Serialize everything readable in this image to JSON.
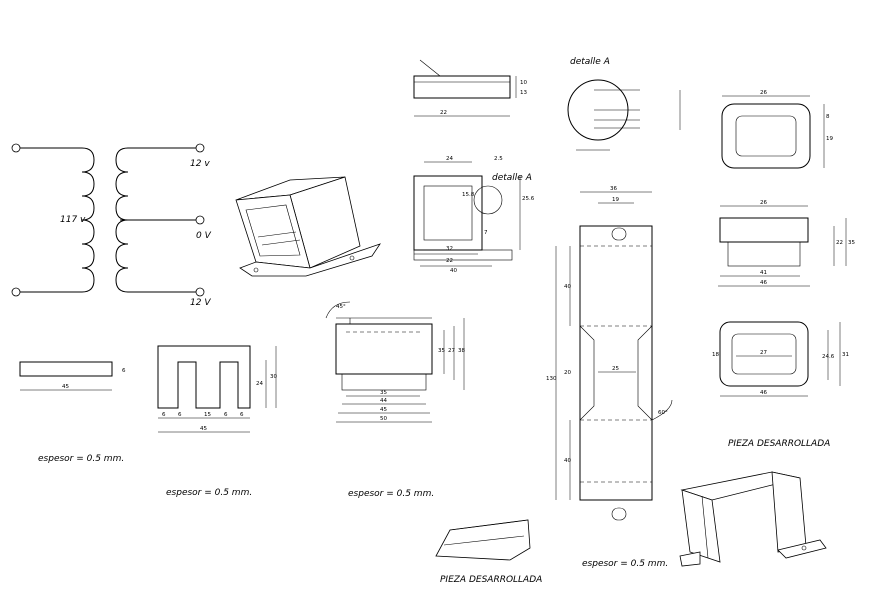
{
  "schematic": {
    "primary_label": "117 v",
    "top_label": "12 v",
    "center_label": "0 V",
    "bottom_label": "12 V"
  },
  "notes": {
    "thickness_1": "espesor = 0.5 mm.",
    "thickness_2": "espesor = 0.5 mm.",
    "thickness_3": "espesor = 0.5 mm.",
    "thickness_4": "espesor = 0.5 mm.",
    "detail_top": "detalle A",
    "detail_ref": "detalle A",
    "unfolded_1": "PIEZA DESARROLLADA",
    "unfolded_2": "PIEZA DESARROLLADA"
  },
  "dims": {
    "lam_i_len": "45",
    "lam_i_h": "6",
    "lam_e_w": "45",
    "lam_e_h1": "24",
    "lam_e_h2": "30",
    "lam_e_a": "6",
    "lam_e_b": "6",
    "lam_e_c": "15",
    "lam_e_d": "6",
    "lam_e_e": "6",
    "side_35": "35",
    "side_44": "44",
    "side_45": "45",
    "side_50": "50",
    "side_h1": "35",
    "side_h2": "27",
    "side_h3": "38",
    "side_ang": "45°",
    "front_24": "24",
    "front_25": "2.5",
    "front_32": "32",
    "front_22": "22",
    "front_40": "40",
    "front_h": "15.8",
    "front_h2": "25.6",
    "front_7": "7",
    "clip_22": "22",
    "clip_10": "10",
    "clip_13": "13",
    "dev_36": "36",
    "dev_19": "19",
    "dev_25": "25",
    "dev_130": "130",
    "dev_40a": "40",
    "dev_20": "20",
    "dev_40b": "40",
    "dev_60": "60°",
    "r_top_26": "26",
    "r_top_19": "19",
    "r_top_8": "8",
    "r_mid_26": "26",
    "r_mid_41": "41",
    "r_mid_46": "46",
    "r_mid_35": "35",
    "r_mid_22": "22",
    "r_bot_27": "27",
    "r_bot_46": "46",
    "r_bot_18": "18",
    "r_bot_31": "31",
    "r_bot_24": "24.6"
  }
}
